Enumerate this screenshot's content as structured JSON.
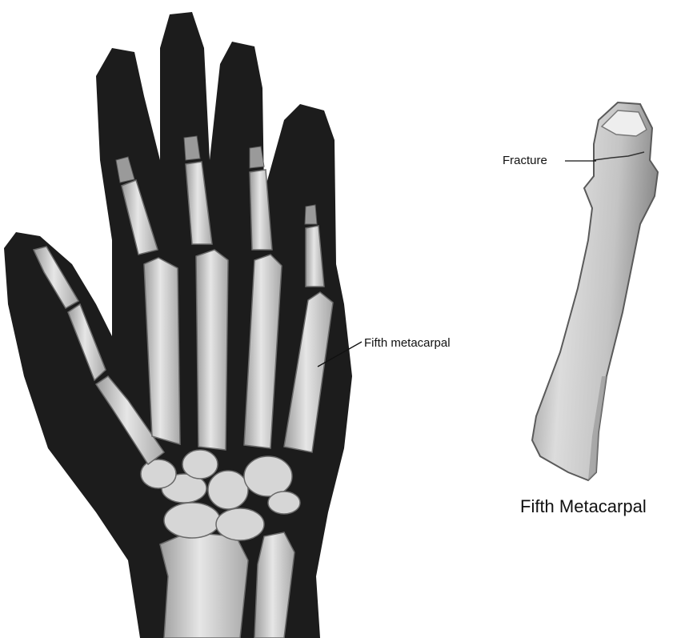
{
  "labels": {
    "fracture": "Fracture",
    "fifth_metacarpal_hand": "Fifth metacarpal",
    "caption": "Fifth Metacarpal"
  },
  "colors": {
    "skin": "#1c1c1c",
    "bone_light": "#dedede",
    "bone_mid": "#b3b3b3",
    "bone_outline": "#6a6a6a",
    "background": "#ffffff",
    "text": "#111111"
  }
}
